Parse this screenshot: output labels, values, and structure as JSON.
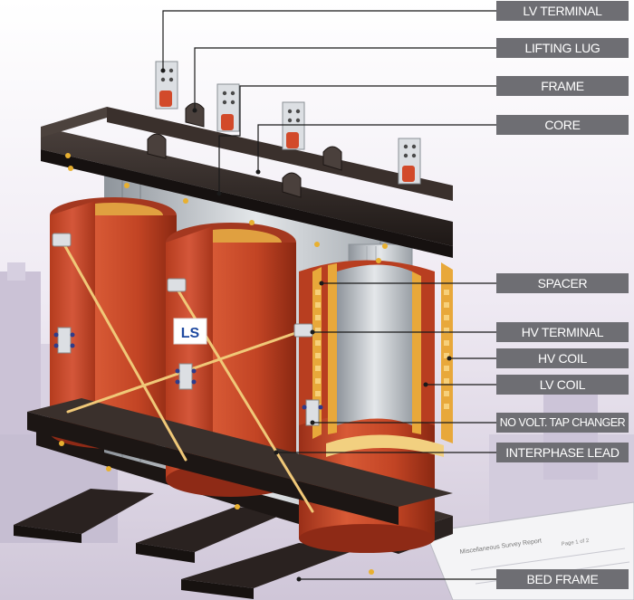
{
  "brand": {
    "logo_text": "LS"
  },
  "sheet": {
    "title": "Miscellaneous Survey Report",
    "page": "Page 1 of 2"
  },
  "labels": [
    {
      "id": "lv-terminal",
      "text": "LV TERMINAL"
    },
    {
      "id": "lifting-lug",
      "text": "LIFTING LUG"
    },
    {
      "id": "frame",
      "text": "FRAME"
    },
    {
      "id": "core",
      "text": "CORE"
    },
    {
      "id": "spacer",
      "text": "SPACER"
    },
    {
      "id": "hv-terminal",
      "text": "HV TERMINAL"
    },
    {
      "id": "hv-coil",
      "text": "HV COIL"
    },
    {
      "id": "lv-coil",
      "text": "LV COIL"
    },
    {
      "id": "tap-changer",
      "text": "NO VOLT. TAP CHANGER"
    },
    {
      "id": "interphase-lead",
      "text": "INTERPHASE LEAD"
    },
    {
      "id": "bed-frame",
      "text": "BED FRAME"
    }
  ],
  "colors": {
    "coil": "#c8482a",
    "coil_dark": "#8e2a16",
    "coil_light": "#e0704f",
    "frame": "#2b2422",
    "core": "#c9cdd2",
    "label_bg": "#6e6e73",
    "copper": "#f0a020",
    "skyline": "#b8b0c6"
  }
}
